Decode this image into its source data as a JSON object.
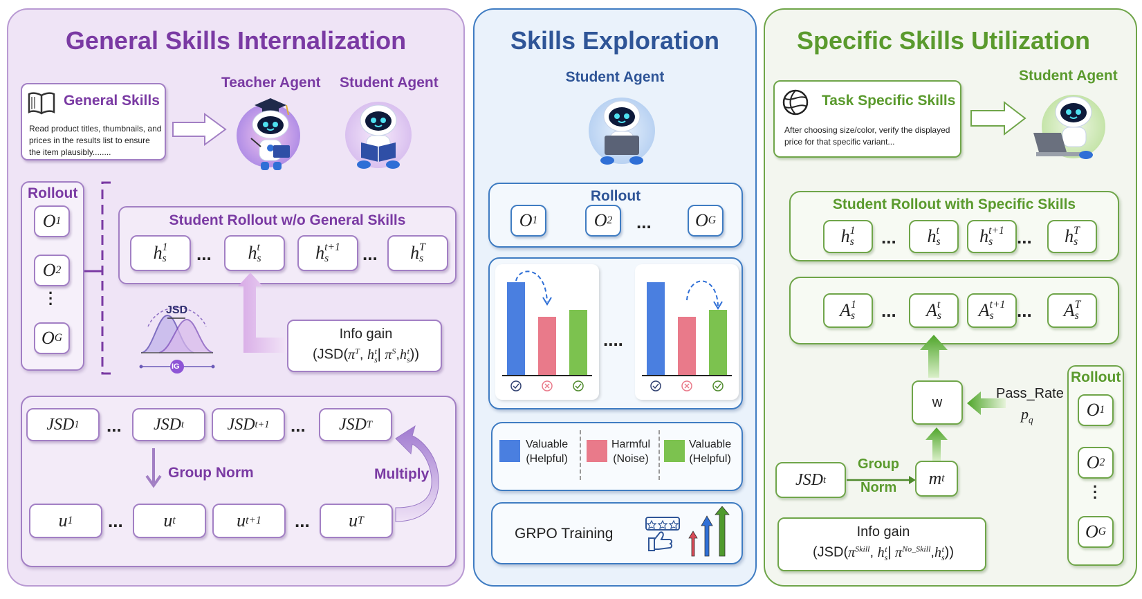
{
  "colors": {
    "purple": "#7a3aa3",
    "purple_light": "#efe4f6",
    "blue": "#2f5597",
    "green": "#5a9a2d",
    "bar_blue": "#4a7fe0",
    "bar_red": "#e97a8a",
    "bar_green": "#7cc24f"
  },
  "panel1": {
    "title": "General Skills Internalization",
    "general_skills": {
      "title": "General Skills",
      "text": "Read product titles, thumbnails, and prices in the results list to ensure the item plausibly........",
      "icon": "book-icon"
    },
    "teacher_agent": "Teacher Agent",
    "student_agent": "Student Agent",
    "rollout_label": "Rollout",
    "rollout_items": [
      {
        "base": "O",
        "sup": "1"
      },
      {
        "base": "O",
        "sup": "2"
      },
      {
        "base": "O",
        "sup": "G"
      }
    ],
    "student_rollout_title": "Student Rollout w/o General Skills",
    "h_items": [
      {
        "base": "h",
        "sup": "1",
        "sub": "s"
      },
      {
        "base": "h",
        "sup": "t",
        "sub": "s"
      },
      {
        "base": "h",
        "sup": "t+1",
        "sub": "s"
      },
      {
        "base": "h",
        "sup": "T",
        "sub": "s"
      }
    ],
    "jsd_label": "JSD",
    "ig_label": "IG",
    "info_gain_title": "Info gain",
    "info_gain_formula": {
      "open": "(JSD(",
      "pi_t": "π",
      "pi_t_sup": "T",
      "comma1": ", ",
      "h": "h",
      "h_sup": "t",
      "h_sub": "s",
      "bar": "| ",
      "pi_s": "π",
      "pi_s_sup": "S",
      "comma2": ",",
      "h2": "h",
      "h2_sup": "t",
      "h2_sub": "s",
      "close": "))"
    },
    "jsd_items": [
      {
        "base": "JSD",
        "sup": "1"
      },
      {
        "base": "JSD",
        "sup": "t"
      },
      {
        "base": "JSD",
        "sup": "t+1"
      },
      {
        "base": "JSD",
        "sup": "T"
      }
    ],
    "group_norm": "Group Norm",
    "multiply": "Multiply",
    "u_items": [
      {
        "base": "u",
        "sup": "1"
      },
      {
        "base": "u",
        "sup": "t"
      },
      {
        "base": "u",
        "sup": "t+1"
      },
      {
        "base": "u",
        "sup": "T"
      }
    ],
    "ellipsis": "..."
  },
  "panel2": {
    "title": "Skills Exploration",
    "student_agent": "Student Agent",
    "rollout_label": "Rollout",
    "rollout_items": [
      {
        "base": "O",
        "sup": "1"
      },
      {
        "base": "O",
        "sup": "2"
      },
      {
        "base": "O",
        "sup": "G"
      }
    ],
    "mid_dots": "....",
    "legend": [
      {
        "label1": "Valuable",
        "label2": "(Helpful)",
        "color": "#4a7fe0"
      },
      {
        "label1": "Harmful",
        "label2": "(Noise)",
        "color": "#e97a8a"
      },
      {
        "label1": "Valuable",
        "label2": "(Helpful)",
        "color": "#7cc24f"
      }
    ],
    "grpo": "GRPO Training"
  },
  "panel3": {
    "title": "Specific Skills Utilization",
    "task_skills": {
      "title": "Task Specific Skills",
      "text": "After choosing size/color, verify the displayed price for that specific variant...",
      "icon": "globe-icon"
    },
    "student_agent": "Student Agent",
    "student_rollout_title": "Student Rollout with Specific Skills",
    "h_items": [
      {
        "base": "h",
        "sup": "1",
        "sub": "s"
      },
      {
        "base": "h",
        "sup": "t",
        "sub": "s"
      },
      {
        "base": "h",
        "sup": "t+1",
        "sub": "s"
      },
      {
        "base": "h",
        "sup": "T",
        "sub": "s"
      }
    ],
    "a_items": [
      {
        "base": "A",
        "sup": "1",
        "sub": "s"
      },
      {
        "base": "A",
        "sup": "t",
        "sub": "s"
      },
      {
        "base": "A",
        "sup": "t+1",
        "sub": "s"
      },
      {
        "base": "A",
        "sup": "T",
        "sub": "s"
      }
    ],
    "w_label": "w",
    "pass_rate": "Pass_Rate",
    "pq": {
      "base": "p",
      "sub": "q"
    },
    "jsd": {
      "base": "JSD",
      "sup": "t"
    },
    "group": "Group",
    "norm": "Norm",
    "m": {
      "base": "m",
      "sup": "t"
    },
    "rollout_label": "Rollout",
    "rollout_items": [
      {
        "base": "O",
        "sup": "1"
      },
      {
        "base": "O",
        "sup": "2"
      },
      {
        "base": "O",
        "sup": "G"
      }
    ],
    "info_gain_title": "Info gain",
    "info_gain_formula": {
      "open": "(JSD(",
      "pi1": "π",
      "pi1_sup": "Skill",
      "comma1": ", ",
      "h": "h",
      "h_sup": "t",
      "h_sub": "s",
      "bar": "| ",
      "pi2": "π",
      "pi2_sup": "No_Skill",
      "comma2": ",",
      "h2": "h",
      "h2_sup": "t",
      "h2_sub": "s",
      "close": "))"
    }
  }
}
